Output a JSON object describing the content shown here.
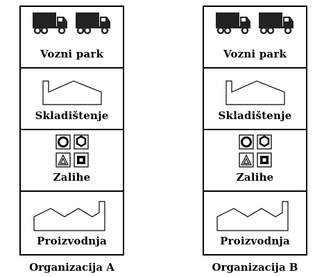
{
  "organizations": [
    {
      "caption": "Organizacija A",
      "boxes": [
        {
          "label": "Vozni park",
          "icon": "trucks-icon"
        },
        {
          "label": "Skladištenje",
          "icon": "warehouse-icon"
        },
        {
          "label": "Zalihe",
          "icon": "inventory-parts-icon"
        },
        {
          "label": "Proizvodnja",
          "icon": "factory-icon"
        }
      ]
    },
    {
      "caption": "Organizacija B",
      "boxes": [
        {
          "label": "Vozni park",
          "icon": "trucks-icon"
        },
        {
          "label": "Skladištenje",
          "icon": "warehouse-icon"
        },
        {
          "label": "Zalihe",
          "icon": "inventory-parts-icon"
        },
        {
          "label": "Proizvodnja",
          "icon": "factory-icon"
        }
      ]
    }
  ]
}
